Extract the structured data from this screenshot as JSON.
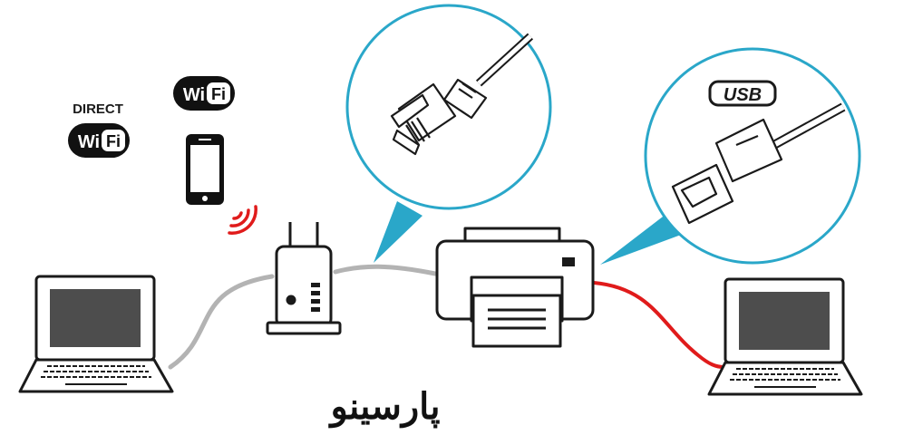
{
  "diagram": {
    "labels": {
      "direct": "DIRECT",
      "wifi_direct_wi": "Wi",
      "wifi_direct_fi": "Fi",
      "wifi_wi": "Wi",
      "wifi_fi": "Fi",
      "usb": "USB"
    },
    "watermark": "پارسینو",
    "colors": {
      "lan_cable": "#b3b3b3",
      "usb_cable": "#e01b1b",
      "callout": "#2aa7c9",
      "outline": "#1a1a1a",
      "screen": "#4d4d4d",
      "signal": "#e01b1b"
    }
  }
}
